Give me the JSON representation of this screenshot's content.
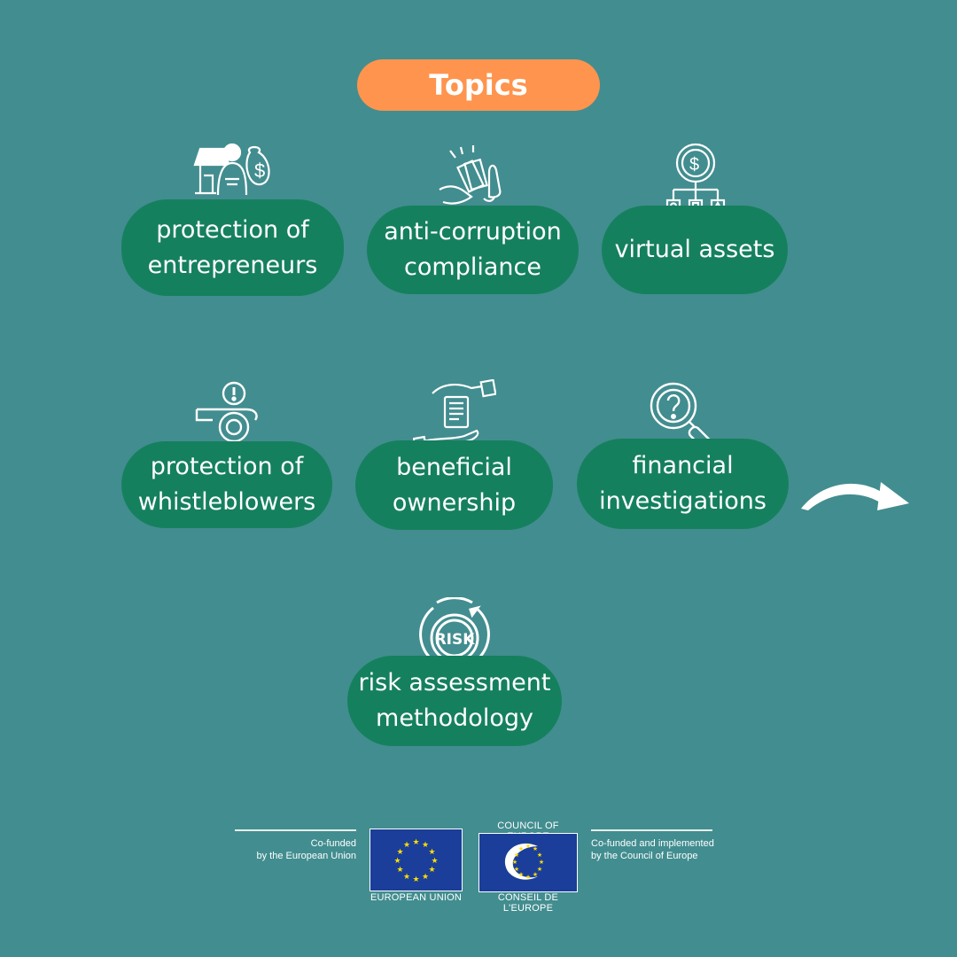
{
  "header": {
    "title": "Topics"
  },
  "topics": [
    {
      "line1": "protection of",
      "line2": "entrepreneurs",
      "icon": "shop-owner-icon"
    },
    {
      "line1": "anti-corruption",
      "line2": "compliance",
      "icon": "refuse-bribe-icon"
    },
    {
      "line1": "virtual assets",
      "icon": "crypto-network-icon"
    },
    {
      "line1": "protection of",
      "line2": "whistleblowers",
      "icon": "whistle-icon"
    },
    {
      "line1": "beneficial",
      "line2": "ownership",
      "icon": "document-hands-icon"
    },
    {
      "line1": "financial",
      "line2": "investigations",
      "icon": "magnifier-question-icon"
    },
    {
      "line1": "risk assessment",
      "line2": "methodology",
      "icon": "risk-gauge-icon"
    }
  ],
  "risk_icon_text": "RISK",
  "footer": {
    "eu_note_1": "Co-funded",
    "eu_note_2": "by the European Union",
    "eu_caption": "EUROPEAN UNION",
    "coe_caption_top": "COUNCIL OF EUROPE",
    "coe_caption_bottom": "CONSEIL DE L'EUROPE",
    "coe_note_1": "Co-funded and implemented",
    "coe_note_2": "by the Council of Europe"
  },
  "colors": {
    "background": "#428d8f",
    "pill": "#15805e",
    "title_pill": "#fe944e",
    "eu_blue": "#1a3e99",
    "star": "#ffdd00"
  }
}
